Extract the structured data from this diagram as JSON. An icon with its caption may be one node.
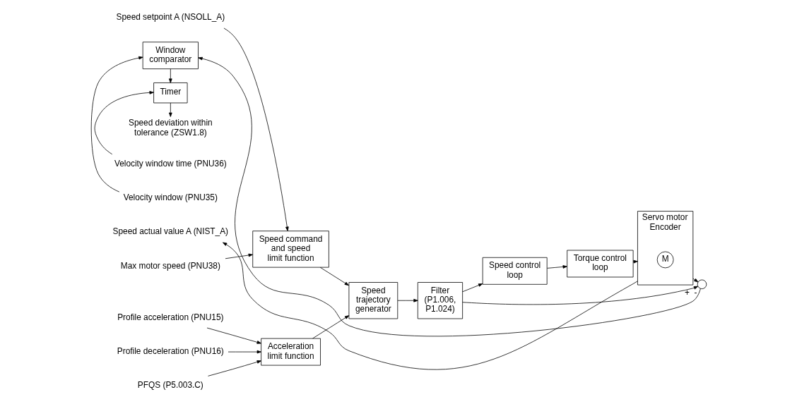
{
  "diagram": {
    "nodes": [
      {
        "text": [
          "Speed setpoint A (NSOLL_A)"
        ]
      },
      {
        "text": [
          "Max motor speed (PNU38)"
        ]
      },
      {
        "text": [
          "Speed command and speed limit function"
        ]
      },
      {
        "text": [
          "Profile acceleration (PNU15)"
        ]
      },
      {
        "text": [
          "Profile deceleration (PNU16)"
        ]
      },
      {
        "text": [
          "PFQS (P5.003.C)"
        ]
      },
      {
        "text": [
          "Acceleration limit function"
        ]
      },
      {
        "text": [
          "Speed trajectory generator"
        ]
      },
      {
        "text": [
          "Filter (P1.006, P1.024)"
        ]
      },
      {
        "text": [
          "Speed control loop"
        ]
      },
      {
        "text": [
          "Torque control loop"
        ]
      },
      {
        "text": [
          "Servo motor",
          "Encoder"
        ]
      },
      {
        "text": [
          "M"
        ],
        "in": 11
      },
      {
        "text": [],
        "shape": "circle",
        "beside": [
          "+",
          "-"
        ]
      },
      {
        "text": [
          "Velocity window (PNU35)"
        ]
      },
      {
        "text": [
          "Velocity window time (PNU36)"
        ]
      },
      {
        "text": [
          "Window comparator"
        ]
      },
      {
        "text": [
          "Timer"
        ]
      },
      {
        "text": [
          "Speed deviation within tolerance (ZSW1.8)"
        ]
      },
      {
        "text": [
          "Speed actual value A (NIST_A)"
        ]
      }
    ],
    "edges": [
      {
        "from": 0,
        "to": 2,
        "arrow": "to"
      },
      {
        "from": 1,
        "to": 2,
        "arrow": "to"
      },
      {
        "from": 3,
        "to": 6,
        "arrow": "to"
      },
      {
        "from": 4,
        "to": 6,
        "arrow": "to"
      },
      {
        "from": 5,
        "to": 6,
        "arrow": "to"
      },
      {
        "from": 2,
        "to": 7,
        "arrow": "to"
      },
      {
        "from": 6,
        "to": 7,
        "arrow": "to"
      },
      {
        "from": 7,
        "to": 8,
        "arrow": "to"
      },
      {
        "from": 8,
        "to": 9,
        "arrow": "to"
      },
      {
        "from": 9,
        "to": 10,
        "arrow": "to"
      },
      {
        "from": 10,
        "to": 11,
        "arrow": "to"
      },
      {
        "from": 8,
        "to": 13,
        "arrow": "to"
      },
      {
        "from": 11,
        "to": 13,
        "arrow": "to"
      },
      {
        "from": 11,
        "to": 19,
        "arrow": "to"
      },
      {
        "from": 13,
        "to": 16,
        "arrow": "to"
      },
      {
        "from": 14,
        "to": 16,
        "arrow": "to"
      },
      {
        "from": 15,
        "to": 17,
        "arrow": "to"
      },
      {
        "from": 16,
        "to": 17,
        "arrow": "to"
      },
      {
        "from": 17,
        "to": 18,
        "arrow": "to"
      }
    ]
  }
}
